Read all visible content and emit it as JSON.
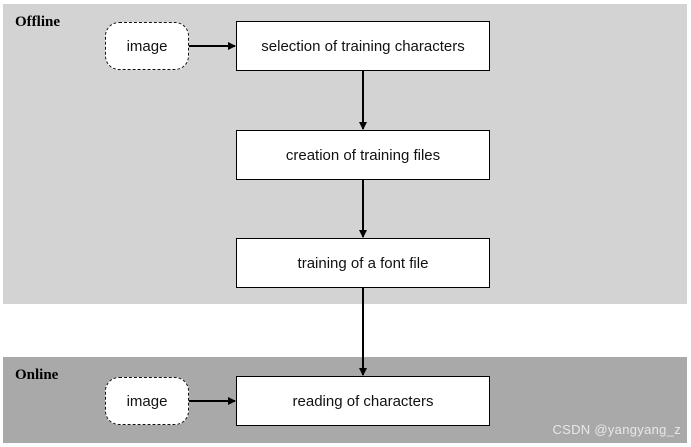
{
  "offline": {
    "label": "Offline",
    "input": "image",
    "steps": [
      "selection of training characters",
      "creation of training files",
      "training of a font file"
    ]
  },
  "online": {
    "label": "Online",
    "input": "image",
    "step": "reading of characters"
  },
  "watermark": "CSDN @yangyang_z"
}
